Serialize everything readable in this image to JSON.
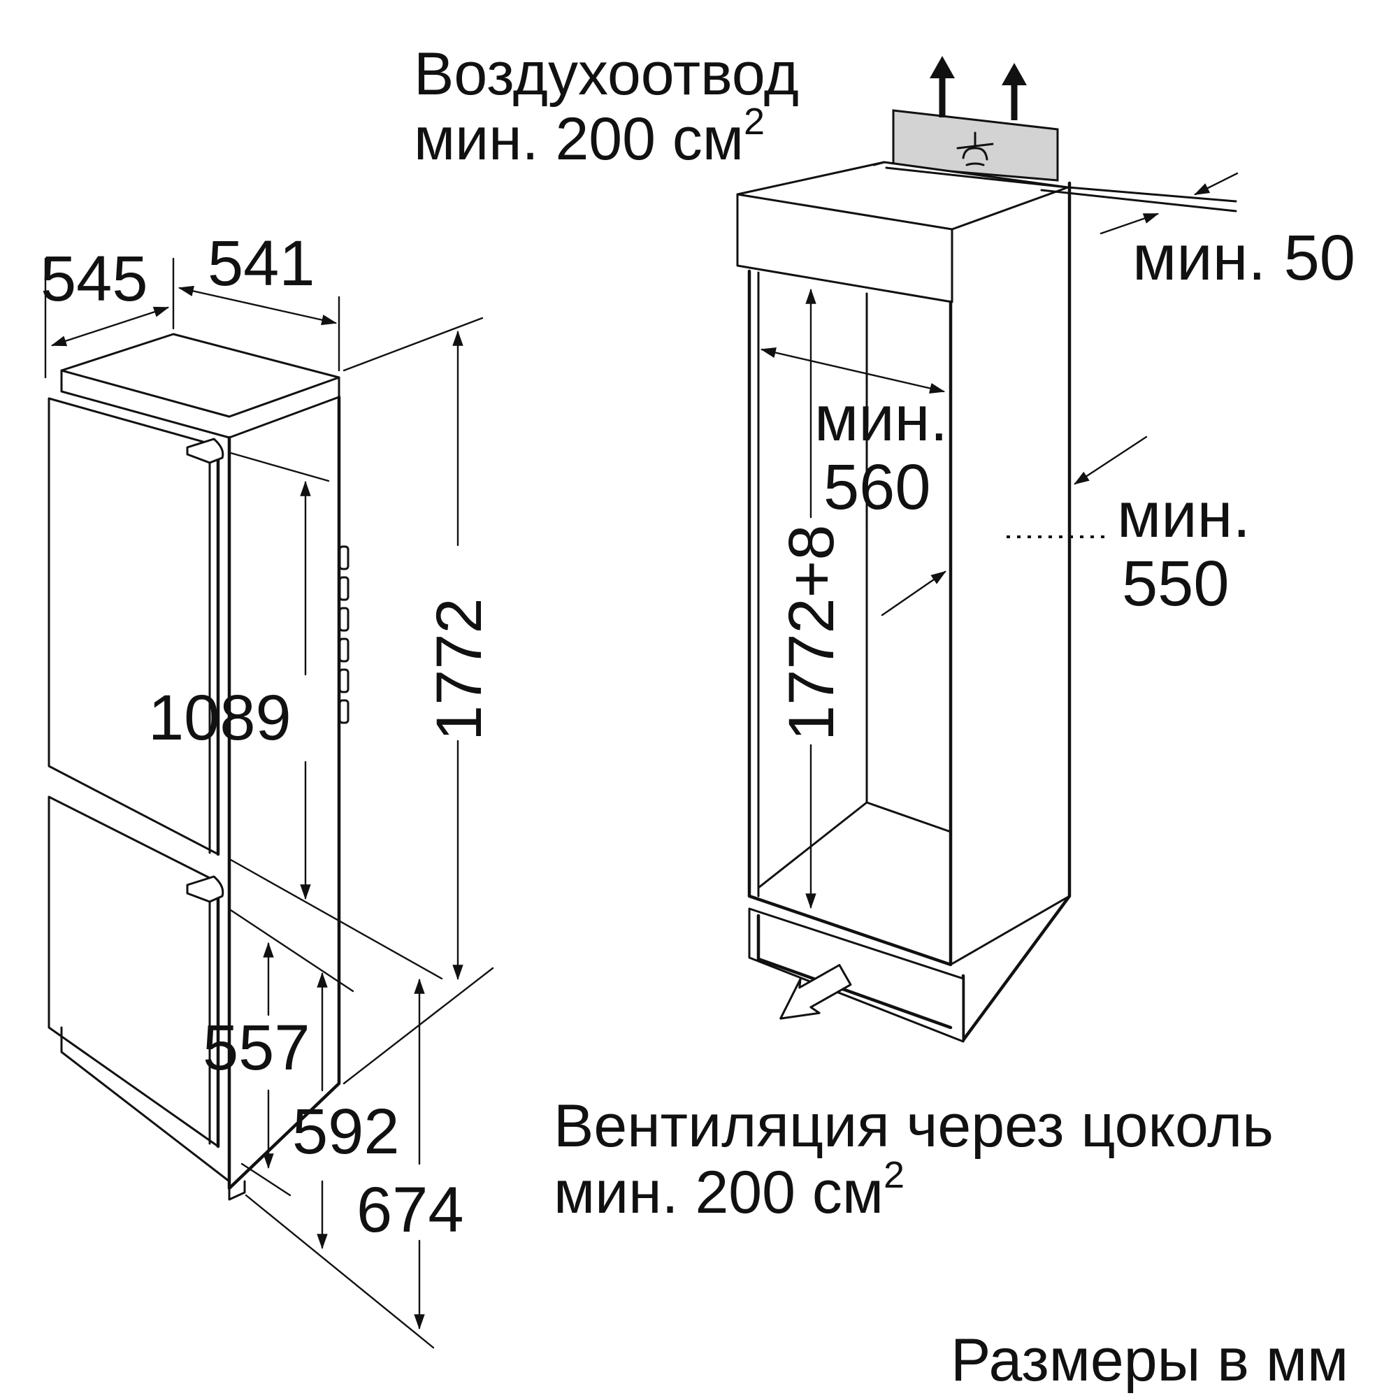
{
  "labels": {
    "air_outlet": "Воздухоотвод",
    "air_outlet_min": "мин. 200 см",
    "air_outlet_sup": "2",
    "plinth_vent": "Вентиляция через цоколь",
    "plinth_vent_min": "мин. 200 см",
    "plinth_vent_sup": "2",
    "units": "Размеры в мм"
  },
  "appliance_dims": {
    "depth": "545",
    "width": "541",
    "height": "1772",
    "upper_door": "1089",
    "lower_a": "557",
    "lower_b": "592",
    "lower_c": "674"
  },
  "niche_dims": {
    "top_gap": "мин. 50",
    "width_label": "мин.",
    "width_value": "560",
    "depth_label": "мин.",
    "depth_value": "550",
    "height": "1772+8"
  },
  "icons": {
    "vent_symbol": "fan-icon",
    "arrows_up": "arrow-up-icon",
    "arrow_in": "arrow-right-icon"
  }
}
